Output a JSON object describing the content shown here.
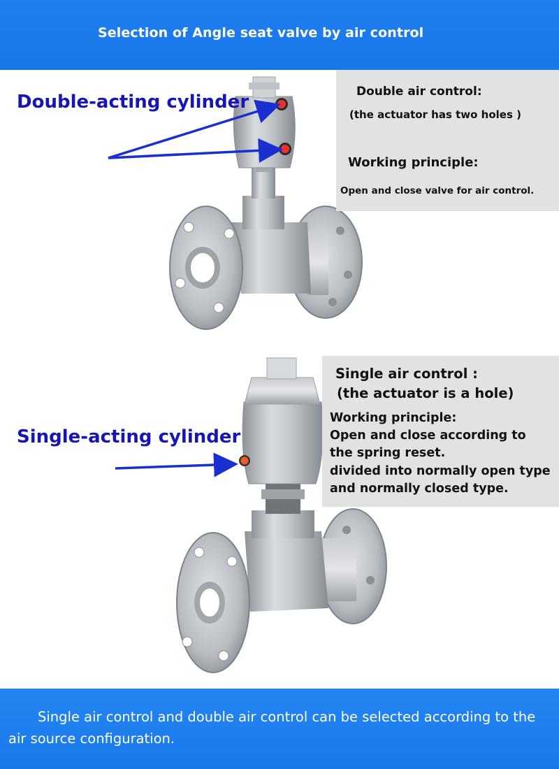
{
  "header": {
    "title": "Selection of Angle seat valve by air control"
  },
  "double": {
    "cylinder_label": "Double-acting cylinder",
    "control_title": "Double air control:",
    "control_subtitle": "(the actuator has two holes )",
    "principle_title": "Working principle:",
    "principle_text": "Open and close valve for air  control."
  },
  "single": {
    "cylinder_label": "Single-acting cylinder",
    "control_title": "Single air control :",
    "control_subtitle": "(the actuator is a hole)",
    "principle_title": "Working principle:",
    "principle_lines": [
      "Open and close according to",
      "the spring reset.",
      "divided into normally open type",
      "and normally closed type."
    ]
  },
  "footer": {
    "note": "Single air control and double air control can be selected according to the air source configuration."
  },
  "colors": {
    "banner_blue": "#1a7cec",
    "label_blue": "#1515b8",
    "info_box_gray": "#e2e2e2",
    "air_port_red": "#e8312e"
  },
  "images": {
    "top_valve": "double-acting-angle-seat-valve",
    "bottom_valve": "single-acting-angle-seat-valve"
  }
}
